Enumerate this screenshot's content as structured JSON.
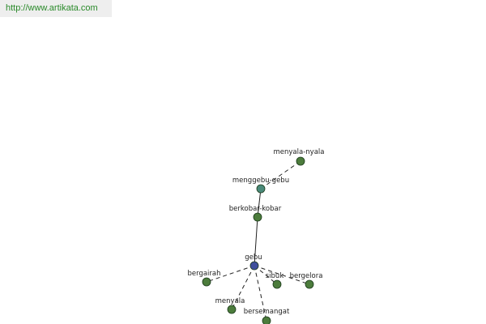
{
  "header": {
    "url_text": "http://www.artikata.com"
  },
  "graph": {
    "colors": {
      "center": "#3f4f9c",
      "hub": "#4a8a7a",
      "leaf": "#4c7c3c"
    },
    "nodes": [
      {
        "id": "gebu",
        "label": "gebu",
        "kind": "center"
      },
      {
        "id": "berkobar-kobar",
        "label": "berkobar-kobar",
        "kind": "leaf"
      },
      {
        "id": "menggebu-gebu",
        "label": "menggebu-gebu",
        "kind": "hub"
      },
      {
        "id": "menyala-nyala",
        "label": "menyala-nyala",
        "kind": "leaf"
      },
      {
        "id": "bergairah",
        "label": "bergairah",
        "kind": "leaf"
      },
      {
        "id": "menyala",
        "label": "menyala",
        "kind": "leaf"
      },
      {
        "id": "bersemangat",
        "label": "bersemangat",
        "kind": "leaf"
      },
      {
        "id": "sibuk",
        "label": "sibuk",
        "kind": "leaf"
      },
      {
        "id": "bergelora",
        "label": "bergelora",
        "kind": "leaf"
      }
    ],
    "edges": [
      {
        "from": "gebu",
        "to": "berkobar-kobar",
        "style": "solid"
      },
      {
        "from": "berkobar-kobar",
        "to": "menggebu-gebu",
        "style": "solid"
      },
      {
        "from": "menggebu-gebu",
        "to": "menyala-nyala",
        "style": "dashed"
      },
      {
        "from": "gebu",
        "to": "bergairah",
        "style": "dashed"
      },
      {
        "from": "gebu",
        "to": "menyala",
        "style": "dashed"
      },
      {
        "from": "gebu",
        "to": "bersemangat",
        "style": "dashed"
      },
      {
        "from": "gebu",
        "to": "sibuk",
        "style": "dashed"
      },
      {
        "from": "gebu",
        "to": "bergelora",
        "style": "dashed"
      }
    ]
  }
}
